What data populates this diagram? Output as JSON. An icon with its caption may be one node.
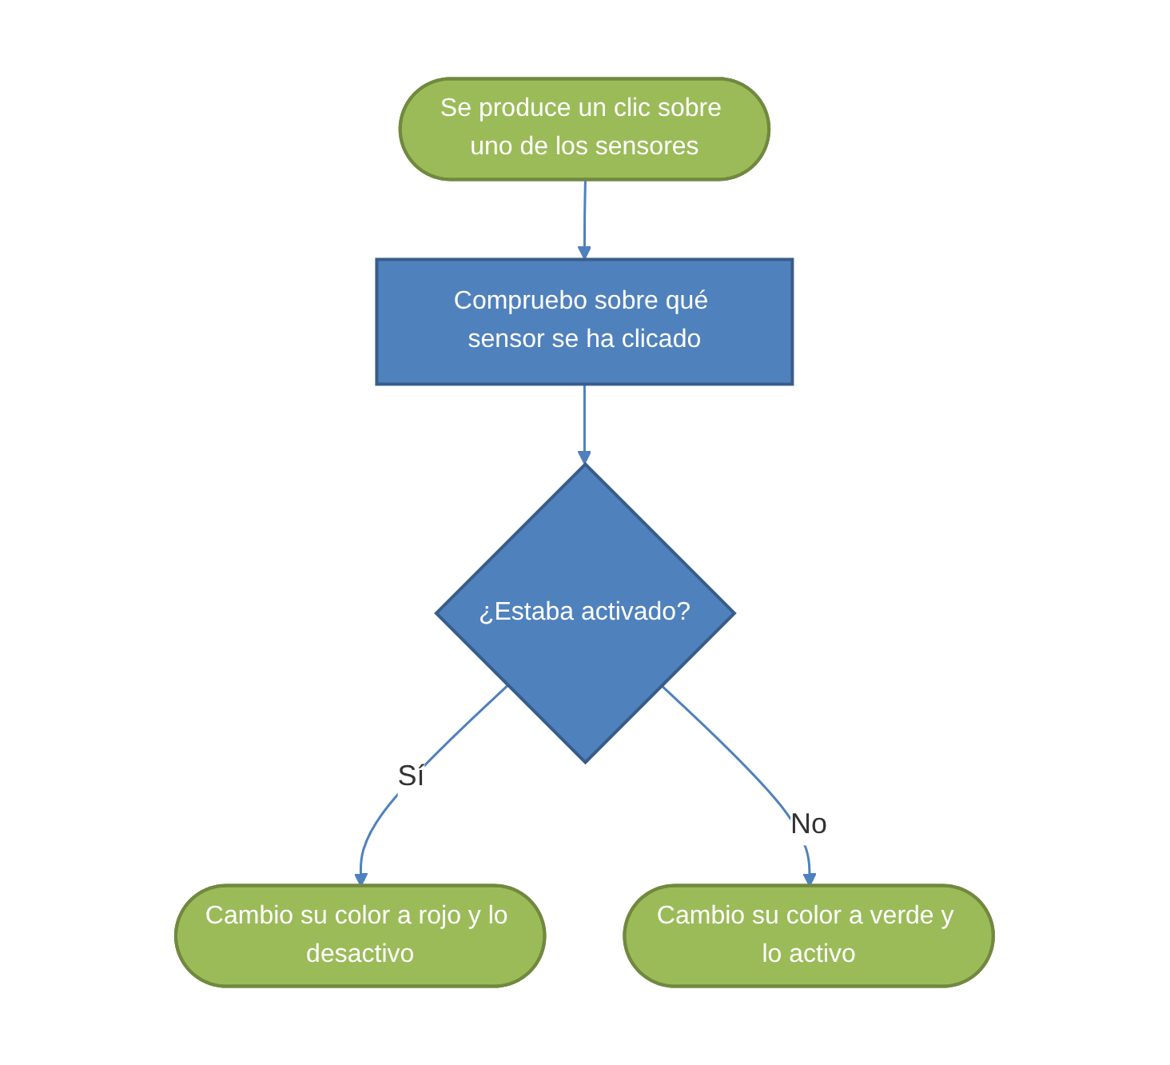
{
  "diagram": {
    "nodes": [
      {
        "text": [
          "Se produce un clic sobre uno de los sensores"
        ]
      },
      {
        "text": [
          "Compruebo sobre qué sensor se ha clicado"
        ]
      },
      {
        "text": [
          "¿Estaba activado?"
        ]
      },
      {
        "text": [
          "Cambio su color a rojo y lo desactivo"
        ]
      },
      {
        "text": [
          "Cambio su color a verde y lo activo"
        ]
      }
    ],
    "edges": [
      {
        "from": 0,
        "to": 1,
        "arrow": "to"
      },
      {
        "from": 1,
        "to": 2,
        "arrow": "to"
      },
      {
        "from": 2,
        "to": 3,
        "arrow": "to",
        "label": "Sí"
      },
      {
        "from": 2,
        "to": 4,
        "arrow": "to",
        "label": "No"
      }
    ]
  }
}
